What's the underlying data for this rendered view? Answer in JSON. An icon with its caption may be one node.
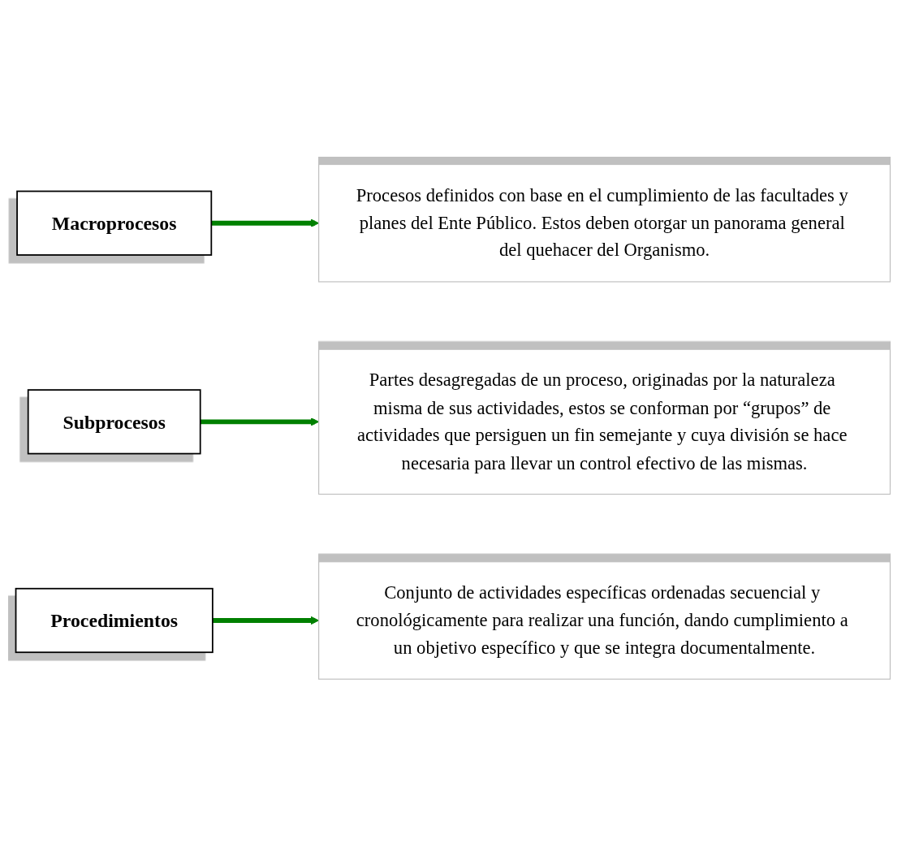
{
  "diagram": {
    "nodes": [
      {
        "text": [
          "Macroprocesos"
        ]
      },
      {
        "text": [
          "Procesos definidos con base en el cumplimiento de las facultades y planes del Ente Público. Estos deben otorgar un panorama general del quehacer del Organismo."
        ]
      },
      {
        "text": [
          "Subprocesos"
        ]
      },
      {
        "text": [
          "Partes desagregadas de un proceso, originadas por la naturaleza misma de sus actividades, estos se conforman por “grupos” de actividades que persiguen un fin semejante y cuya división se hace necesaria para llevar un control efectivo de las mismas."
        ]
      },
      {
        "text": [
          "Procedimientos"
        ]
      },
      {
        "text": [
          "Conjunto de actividades específicas ordenadas secuencial y cronológicamente para realizar una función, dando cumplimiento a un objetivo específico y que se integra documentalmente."
        ]
      }
    ],
    "edges": [
      {
        "from": 0,
        "to": 1,
        "arrow": "to"
      },
      {
        "from": 2,
        "to": 3,
        "arrow": "to"
      },
      {
        "from": 4,
        "to": 5,
        "arrow": "to"
      }
    ]
  }
}
